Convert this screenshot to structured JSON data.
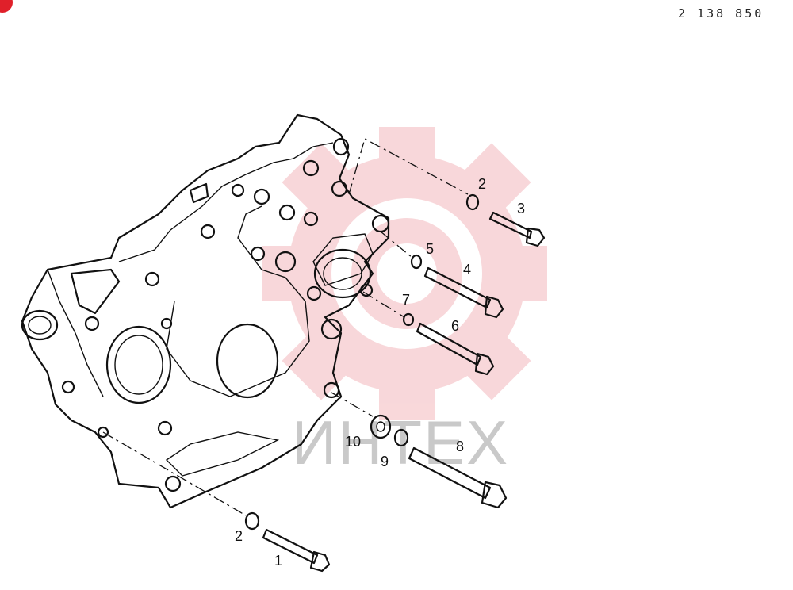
{
  "header": {
    "catalog_number": "2 138 850"
  },
  "watermark": {
    "text": "ИНТЕХ",
    "color": "#f4b8bc"
  },
  "callouts": [
    {
      "id": "1",
      "label": "1"
    },
    {
      "id": "2a",
      "label": "2"
    },
    {
      "id": "2b",
      "label": "2"
    },
    {
      "id": "3",
      "label": "3"
    },
    {
      "id": "4",
      "label": "4"
    },
    {
      "id": "5",
      "label": "5"
    },
    {
      "id": "6",
      "label": "6"
    },
    {
      "id": "7",
      "label": "7"
    },
    {
      "id": "8",
      "label": "8"
    },
    {
      "id": "9",
      "label": "9"
    },
    {
      "id": "10",
      "label": "10"
    }
  ],
  "colors": {
    "line": "#111111",
    "accent": "#e0202a"
  }
}
